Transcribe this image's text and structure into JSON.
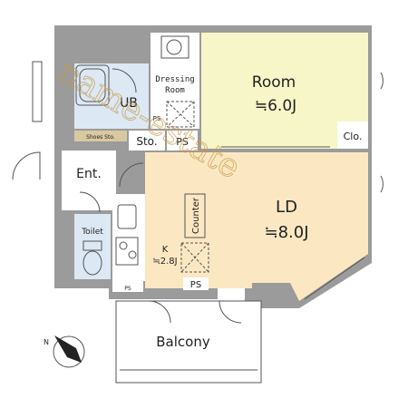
{
  "rooms": {
    "room_label": "Room",
    "room_size": "≒6.0J",
    "ld_label": "LD",
    "ld_size": "≒8.0J",
    "ub_label": "UB",
    "dressing_line1": "Dressing",
    "dressing_line2": "Room",
    "shoes_label": "Shoes Sto.",
    "sto_label": "Sto.",
    "ps_label": "PS",
    "clo_label": "Clo.",
    "entrance_label": "Ent.",
    "toilet_label": "Toilet",
    "counter_label": "Counter",
    "kitchen_label": "K",
    "kitchen_size": "≒2.8J",
    "balcony_label": "Balcony"
  },
  "compass": {
    "north_label": "N"
  },
  "watermark": {
    "text": "name-estate"
  },
  "colors": {
    "wall": "#9b9b9b",
    "room_fill": "#f6f6c8",
    "ld_fill": "#fbe8c2",
    "wet_fill": "#dce8f4",
    "storage_fill": "#ffffff",
    "shoes_fill": "#d9c9a0"
  }
}
